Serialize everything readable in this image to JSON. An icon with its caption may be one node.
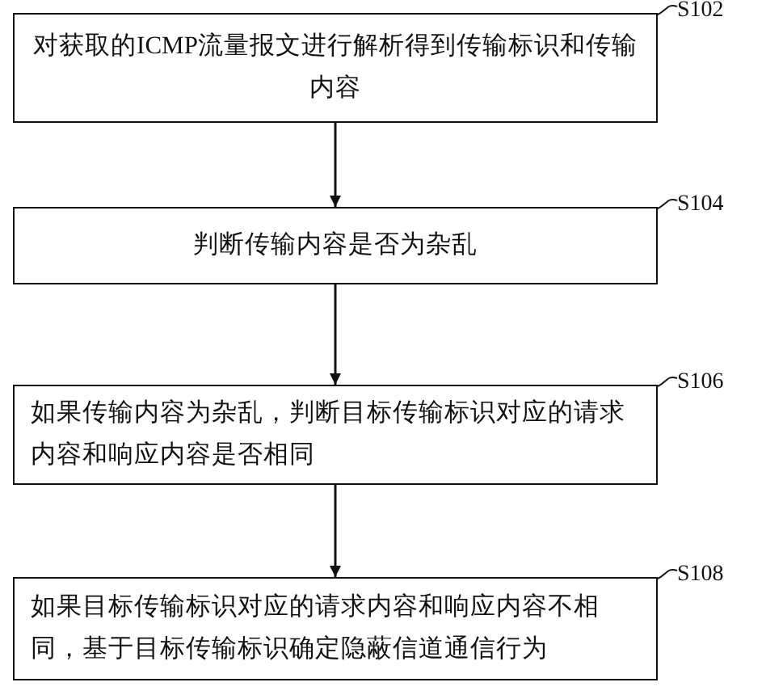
{
  "diagram": {
    "nodes": [
      {
        "text": [
          "对获取的ICMP流量报文进行解析得到传输标识和传输内容"
        ],
        "beside": [
          "S102"
        ]
      },
      {
        "text": [
          "判断传输内容是否为杂乱"
        ],
        "beside": [
          "S104"
        ]
      },
      {
        "text": [
          "如果传输内容为杂乱，判断目标传输标识对应的请求内容和响应内容是否相同"
        ],
        "beside": [
          "S106"
        ]
      },
      {
        "text": [
          "如果目标传输标识对应的请求内容和响应内容不相同，基于目标传输标识确定隐蔽信道通信行为"
        ],
        "beside": [
          "S108"
        ]
      }
    ],
    "edges": [
      {
        "from": 0,
        "to": 1,
        "arrow": "to"
      },
      {
        "from": 1,
        "to": 2,
        "arrow": "to"
      },
      {
        "from": 2,
        "to": 3,
        "arrow": "to"
      }
    ]
  }
}
